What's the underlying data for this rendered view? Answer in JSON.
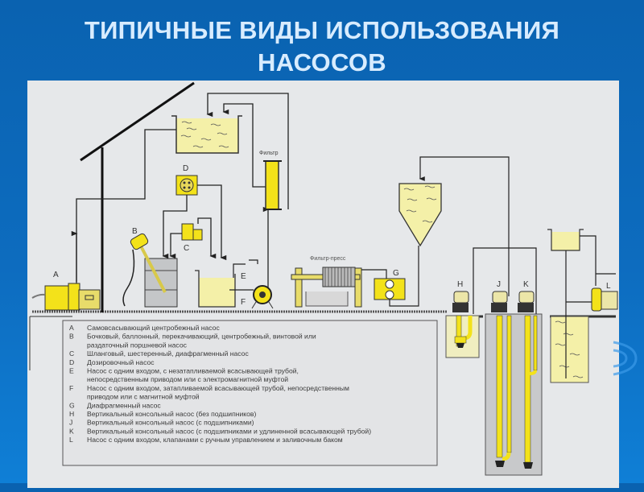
{
  "slide": {
    "title_line1": "ТИПИЧНЫЕ ВИДЫ ИСПОЛЬЗОВАНИЯ",
    "title_line2": "НАСОСОВ"
  },
  "colors": {
    "background": "#0a62b0",
    "title": "#d8ecff",
    "panel": "#e6e8ea",
    "pump_yellow": "#f3e21a",
    "liquid": "#f4f0a8",
    "pit_gray": "#c8c9cb"
  },
  "diagram": {
    "labels": {
      "A": "A",
      "B": "B",
      "C": "C",
      "D": "D",
      "E": "E",
      "F": "F",
      "G": "G",
      "H": "H",
      "J": "J",
      "K": "K",
      "L": "L"
    },
    "filter_label": "Фильтр",
    "filter_press_label": "Фильтр-пресс"
  },
  "legend": {
    "items": [
      {
        "key": "A",
        "lines": [
          "Самовсасывающий центробежный насос"
        ]
      },
      {
        "key": "B",
        "lines": [
          "Бочковый, баллонный, перекачивающий, центробежный, винтовой или",
          "раздаточный поршневой насос"
        ]
      },
      {
        "key": "C",
        "lines": [
          "Шланговый, шестеренный, диафрагменный насос"
        ]
      },
      {
        "key": "D",
        "lines": [
          "Дозировочный насос"
        ]
      },
      {
        "key": "E",
        "lines": [
          "Насос с одним входом, с незатапливаемой всасывающей трубой,",
          "непосредственным приводом или с электромагнитной муфтой"
        ]
      },
      {
        "key": "F",
        "lines": [
          "Насос с одним входом, затапливаемой всасывающей трубой, непосредственным",
          "приводом или с магнитной муфтой"
        ]
      },
      {
        "key": "G",
        "lines": [
          "Диафрагменный насос"
        ]
      },
      {
        "key": "H",
        "lines": [
          "Вертикальный консольный насос (без подшипников)"
        ]
      },
      {
        "key": "J",
        "lines": [
          "Вертикальный консольный насос (с подшипниками)"
        ]
      },
      {
        "key": "K",
        "lines": [
          "Вертикальный консольный насос (с подшипниками и удлиненной всасывающей трубой)"
        ]
      },
      {
        "key": "L",
        "lines": [
          "Насос с одним входом, клапанами с ручным управлением и заливочным баком"
        ]
      }
    ]
  }
}
